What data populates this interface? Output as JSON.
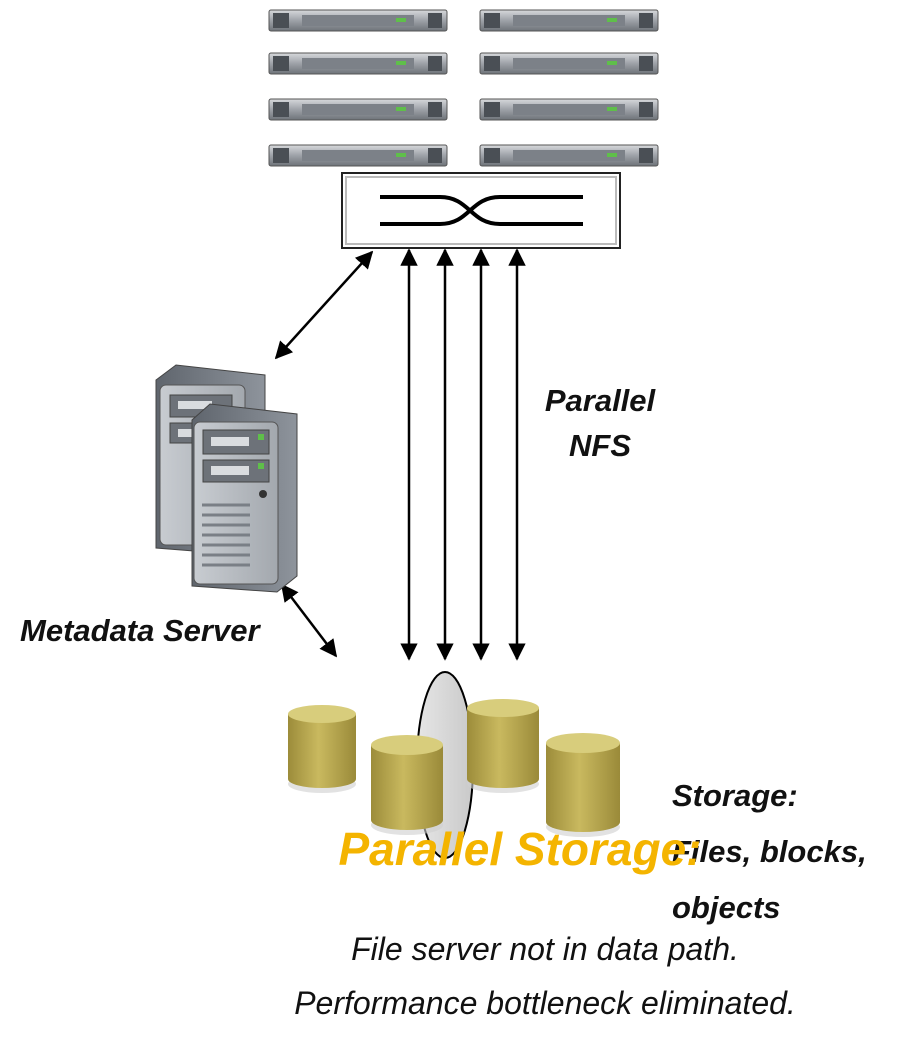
{
  "labels": {
    "protocol_line1": "Parallel",
    "protocol_line2": "NFS",
    "metadata_server": "Metadata Server",
    "storage_line1": "Storage:",
    "storage_line2": "Files, blocks,",
    "storage_line3": "objects"
  },
  "title": "Parallel Storage:",
  "captions": {
    "line1": "File server not in data path.",
    "line2": "Performance bottleneck eliminated."
  },
  "colors": {
    "title": "#f4b400",
    "disk_body": "#b3a34e",
    "disk_top": "#d8cd7c",
    "server_gray": "#8d939b"
  },
  "icons": {
    "clients": "rack-server-icon",
    "switch": "network-switch-icon",
    "metadata": "tower-server-icon",
    "storage": "disk-cylinder-icon"
  }
}
